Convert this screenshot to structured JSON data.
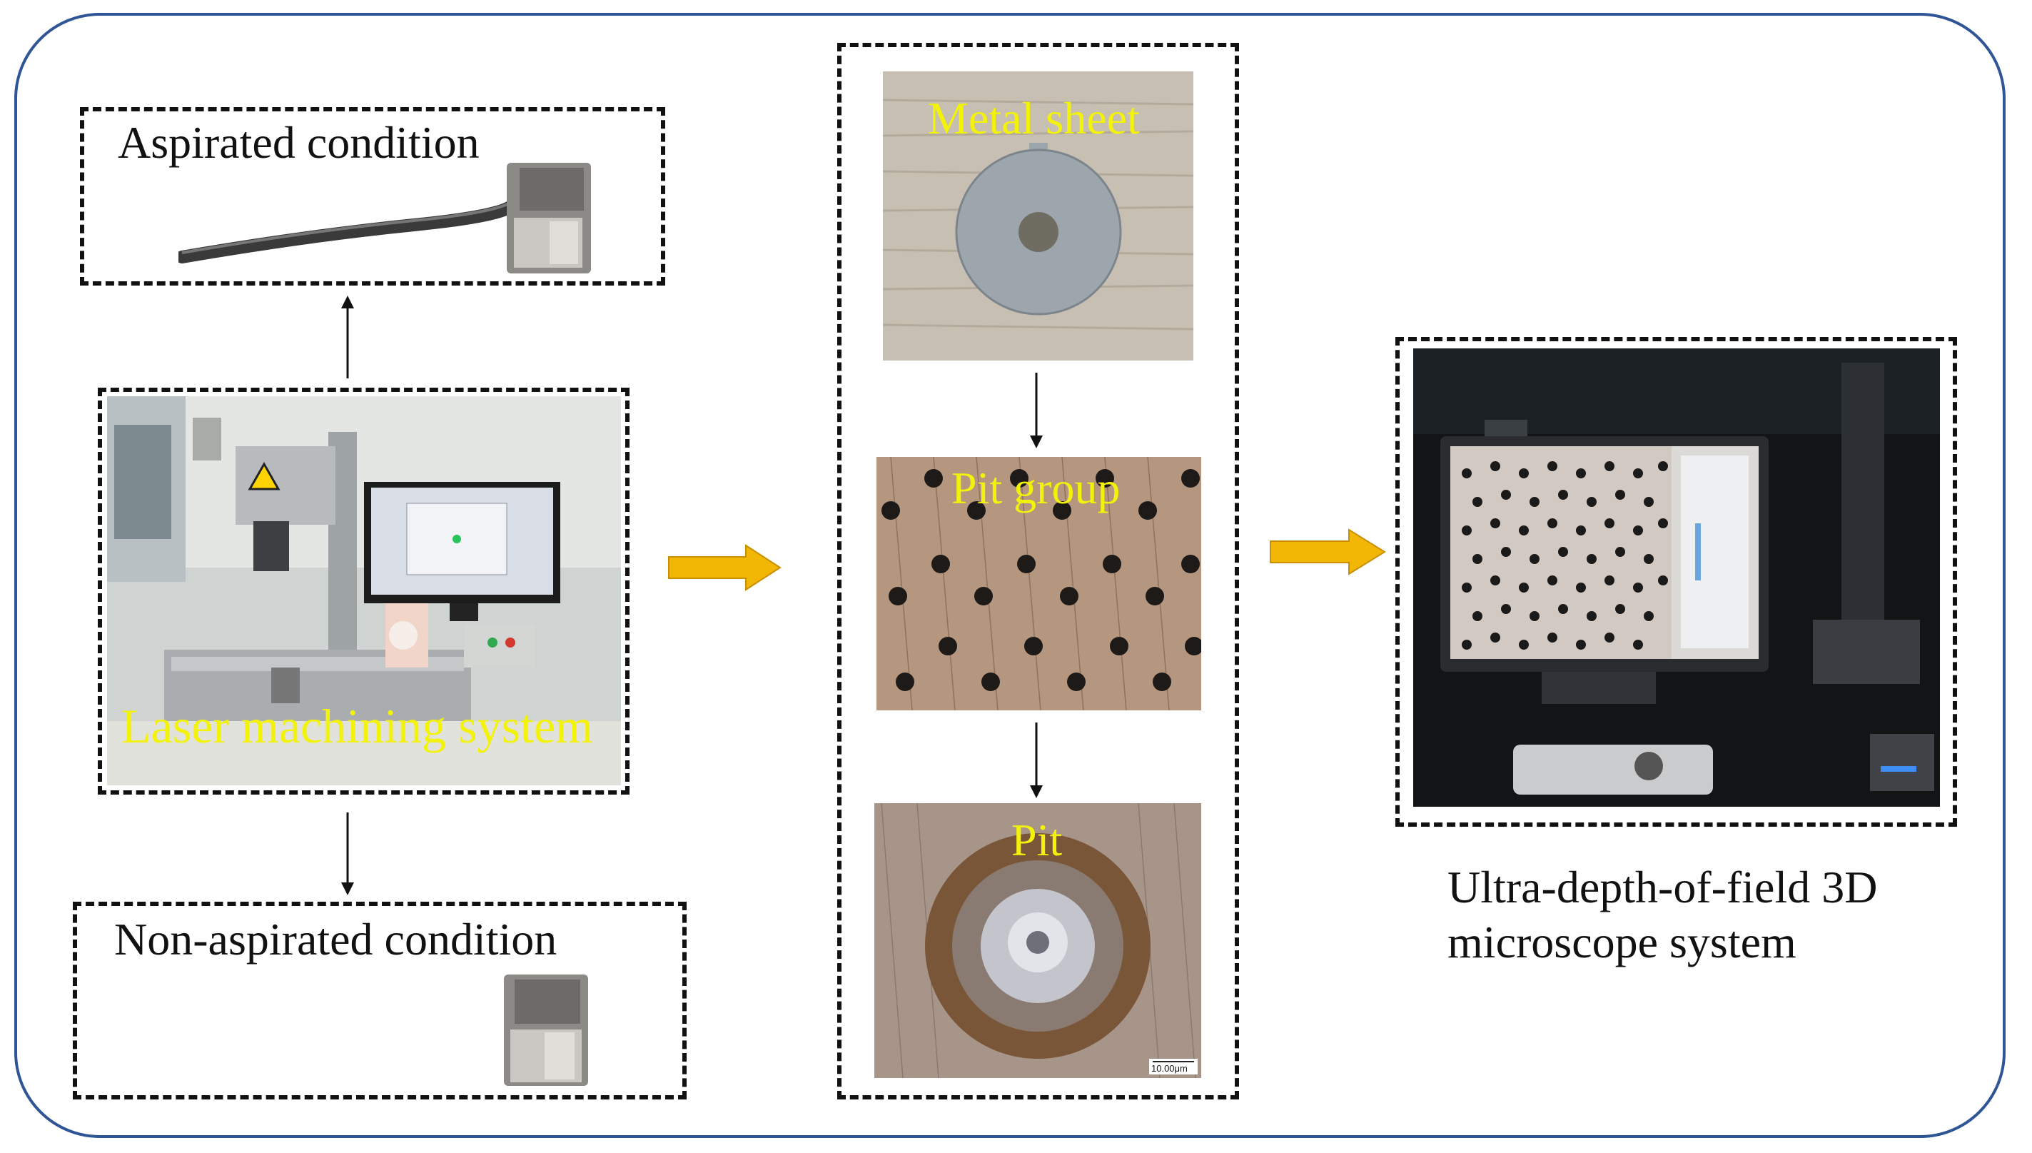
{
  "colors": {
    "frame": "#2f5597",
    "arrow": "#f2b705",
    "label": "#f2f20a",
    "text": "#111111"
  },
  "left": {
    "aspirated_label": "Aspirated condition",
    "laser_label": "Laser machining system",
    "non_aspirated_label": "Non-aspirated condition"
  },
  "middle": {
    "metal_sheet_label": "Metal sheet",
    "pit_group_label": "Pit group",
    "pit_label": "Pit",
    "scale_bar": "10.00μm"
  },
  "right": {
    "caption_line1": "Ultra-depth-of-field 3D",
    "caption_line2": "microscope system"
  }
}
